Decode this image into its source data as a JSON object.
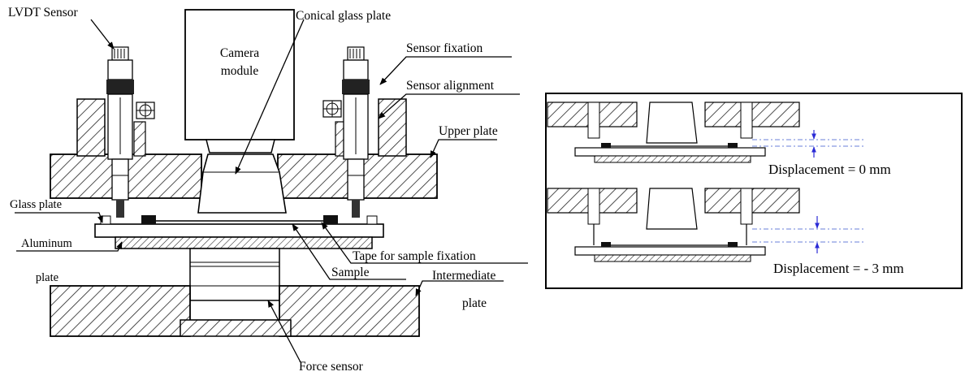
{
  "main_figure": {
    "labels": {
      "lvdt_sensor": "LVDT Sensor",
      "camera_line1": "Camera",
      "camera_line2": "module",
      "conical_glass_plate": "Conical glass plate",
      "sensor_fixation": "Sensor fixation",
      "sensor_alignment": "Sensor alignment",
      "upper_plate": "Upper plate",
      "glass_plate": "Glass plate",
      "aluminum_line1": "Aluminum",
      "aluminum_line2": "plate",
      "tape_for_sample_fixation": "Tape for sample fixation",
      "sample": "Sample",
      "intermediate_line1": "Intermediate",
      "intermediate_line2": "plate",
      "force_sensor": "Force sensor"
    }
  },
  "inset": {
    "displacement_top": "Displacement = 0 mm",
    "displacement_bottom": "Displacement = - 3 mm",
    "arrow_color": "#2b2bd6",
    "dash_color": "#6a7fd8"
  }
}
